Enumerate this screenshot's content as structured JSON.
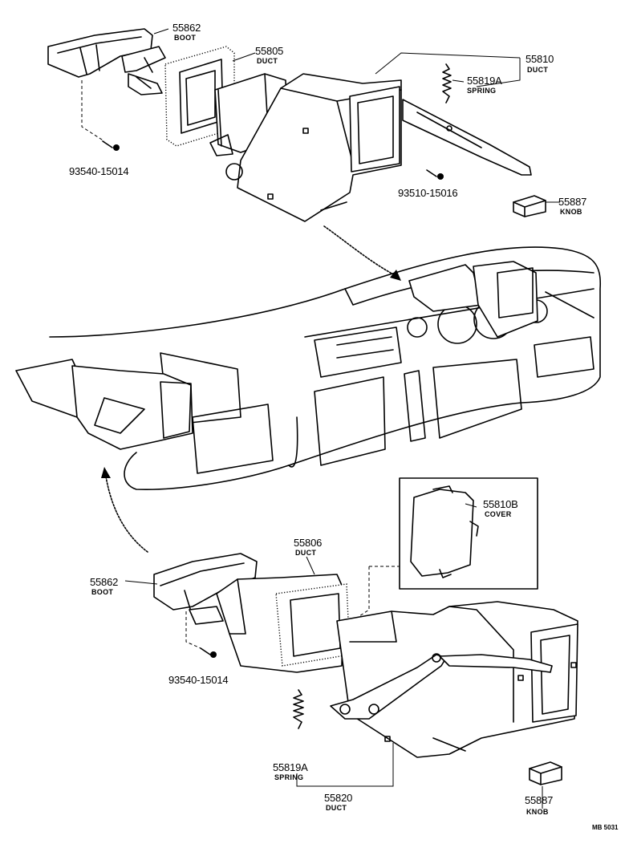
{
  "parts": {
    "boot_top": {
      "number": "55862",
      "name": "BOOT"
    },
    "duct_top": {
      "number": "55805",
      "name": "DUCT"
    },
    "duct_right": {
      "number": "55810",
      "name": "DUCT"
    },
    "spring_top": {
      "number": "55819A",
      "name": "SPRING"
    },
    "screw_top_left": {
      "number": "93540-15014"
    },
    "screw_top_right": {
      "number": "93510-15016"
    },
    "knob_top": {
      "number": "55887",
      "name": "KNOB"
    },
    "cover": {
      "number": "55810B",
      "name": "COVER"
    },
    "duct_bottom_left": {
      "number": "55806",
      "name": "DUCT"
    },
    "boot_bottom": {
      "number": "55862",
      "name": "BOOT"
    },
    "screw_bottom": {
      "number": "93540-15014"
    },
    "spring_bottom": {
      "number": "55819A",
      "name": "SPRING"
    },
    "duct_bottom": {
      "number": "55820",
      "name": "DUCT"
    },
    "knob_bottom": {
      "number": "55887",
      "name": "KNOB"
    }
  },
  "drawing_ref": "MB 5031"
}
